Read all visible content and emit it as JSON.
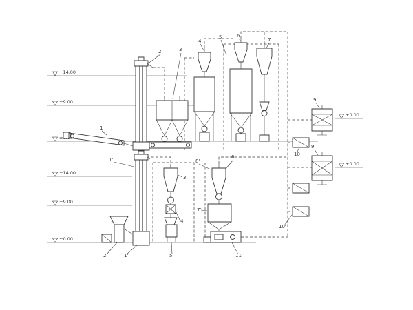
{
  "drawing": {
    "background": "#ffffff",
    "line_color": "#3a3a3a",
    "elevation_marks": {
      "upper_14": "+14.00",
      "upper_9": "+9.00",
      "upper_0": "±0.00",
      "lower_14": "+14.00",
      "lower_9": "+9.00",
      "lower_0": "±0.00",
      "right_top": "±0.00",
      "right_bottom": "±0.00"
    },
    "tags": {
      "conveyor": "1",
      "elevator": "2",
      "twin_hopper": "3",
      "cyclone_a": "4",
      "duct": "5",
      "cyclone_b": "6",
      "cyclone_c": "7",
      "drum_top": "9",
      "fan_top": "10",
      "elevator_p": "1'",
      "feeder_p": "2'",
      "cyclone_p": "3'",
      "airlock_p": "4'",
      "bagger_p": "5'",
      "cyclone2_p": "6'",
      "bin_p": "7'",
      "filter_p": "8'",
      "drum_bottom": "9'",
      "fan_bottom": "10'",
      "packer_p": "11'"
    }
  }
}
